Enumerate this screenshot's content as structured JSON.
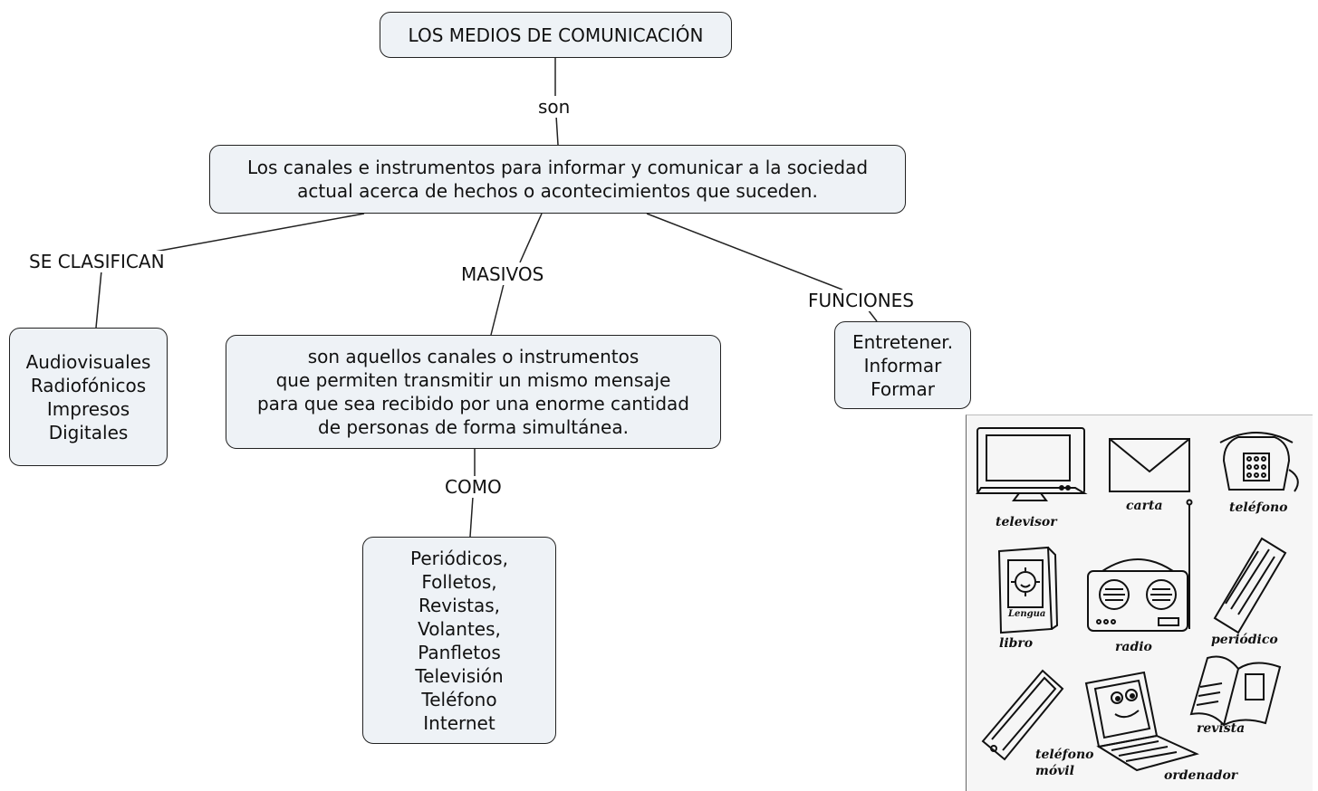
{
  "concept_map": {
    "root": "LOS MEDIOS DE COMUNICACIÓN",
    "link_son": "son",
    "definition": "Los canales e instrumentos para informar y comunicar a la sociedad\nactual acerca de hechos o acontecimientos que suceden.",
    "link_se_clasifican": "SE CLASIFICAN",
    "types": "Audiovisuales\nRadiofónicos\nImpresos\nDigitales",
    "link_masivos": "MASIVOS",
    "masivos_definition": "son aquellos canales o instrumentos\nque permiten transmitir un mismo mensaje\npara que sea recibido por una enorme cantidad\nde personas de forma simultánea.",
    "link_como": "COMO",
    "examples": "Periódicos,\nFolletos,\nRevistas,\nVolantes,\n Panfletos\nTelevisión\nTeléfono\nInternet",
    "link_funciones": "FUNCIONES",
    "functions": "Entretener.\nInformar\nFormar"
  },
  "clipart": {
    "items": [
      {
        "label": "televisor",
        "icon": "television-icon"
      },
      {
        "label": "carta",
        "icon": "letter-icon"
      },
      {
        "label": "teléfono",
        "icon": "telephone-icon"
      },
      {
        "label": "libro",
        "icon": "book-icon"
      },
      {
        "label": "radio",
        "icon": "radio-icon"
      },
      {
        "label": "periódico",
        "icon": "newspaper-icon"
      },
      {
        "label": "teléfono\nmóvil",
        "icon": "mobile-phone-icon"
      },
      {
        "label": "ordenador",
        "icon": "laptop-icon"
      },
      {
        "label": "revista",
        "icon": "magazine-icon"
      }
    ],
    "book_cover_text": "Lengua"
  }
}
